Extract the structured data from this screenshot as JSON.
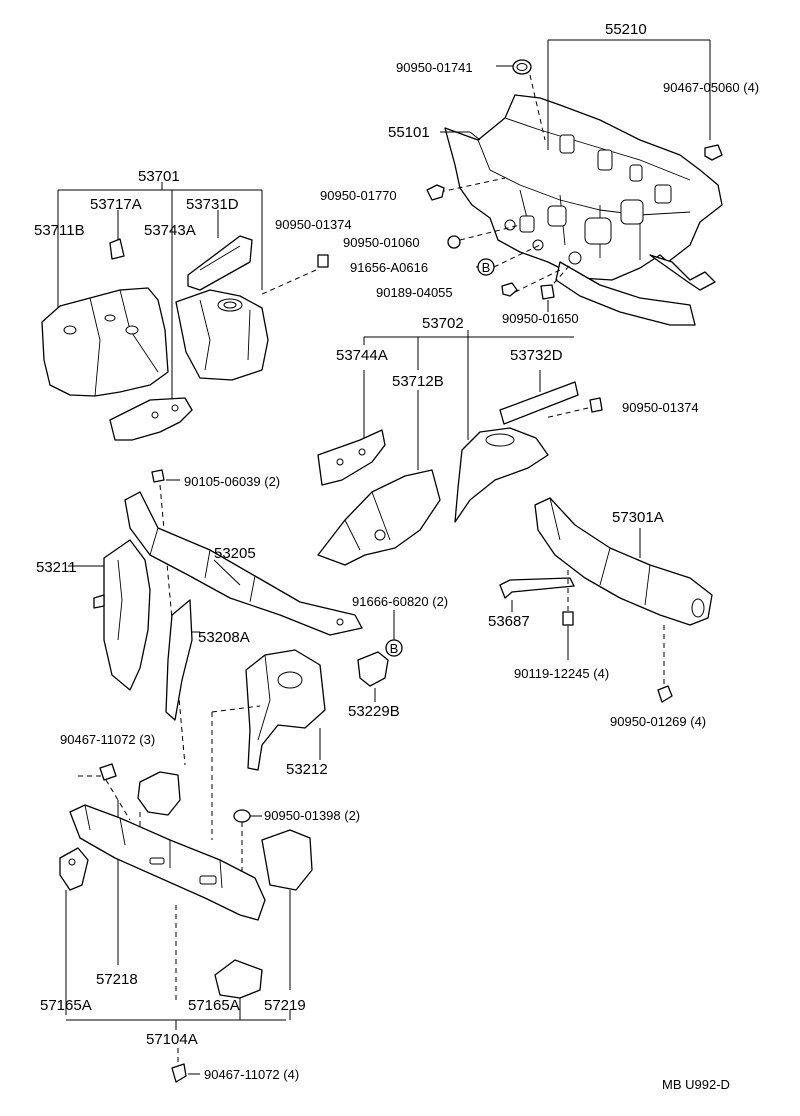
{
  "drawing_code": "MB U992-D",
  "colors": {
    "line": "#000000",
    "background": "#ffffff"
  },
  "callouts": {
    "p55210": "55210",
    "p90950_01741": "90950-01741",
    "p90467_05060": "90467-05060 (4)",
    "p55101": "55101",
    "p90950_01770": "90950-01770",
    "p90950_01060": "90950-01060",
    "p91656_A0616": "91656-A0616",
    "p90189_04055": "90189-04055",
    "p90950_01650": "90950-01650",
    "p53701": "53701",
    "p53717A": "53717A",
    "p53731D": "53731D",
    "p53711B": "53711B",
    "p53743A": "53743A",
    "p90950_01374a": "90950-01374",
    "p53702": "53702",
    "p53744A": "53744A",
    "p53712B": "53712B",
    "p53732D": "53732D",
    "p90950_01374b": "90950-01374",
    "p90105_06039": "90105-06039 (2)",
    "p53205": "53205",
    "p53211": "53211",
    "p53208A": "53208A",
    "p91666_60820": "91666-60820 (2)",
    "p53229B": "53229B",
    "p53212": "53212",
    "p57301A": "57301A",
    "p53687": "53687",
    "p90119_12245": "90119-12245 (4)",
    "p90950_01269": "90950-01269 (4)",
    "p90467_11072a": "90467-11072 (3)",
    "p90950_01398": "90950-01398 (2)",
    "p57218": "57218",
    "p57165A_left": "57165A",
    "p57165A_mid": "57165A",
    "p57219": "57219",
    "p57104A": "57104A",
    "p90467_11072b": "90467-11072 (4)"
  },
  "symbol": {
    "letter": "B"
  }
}
